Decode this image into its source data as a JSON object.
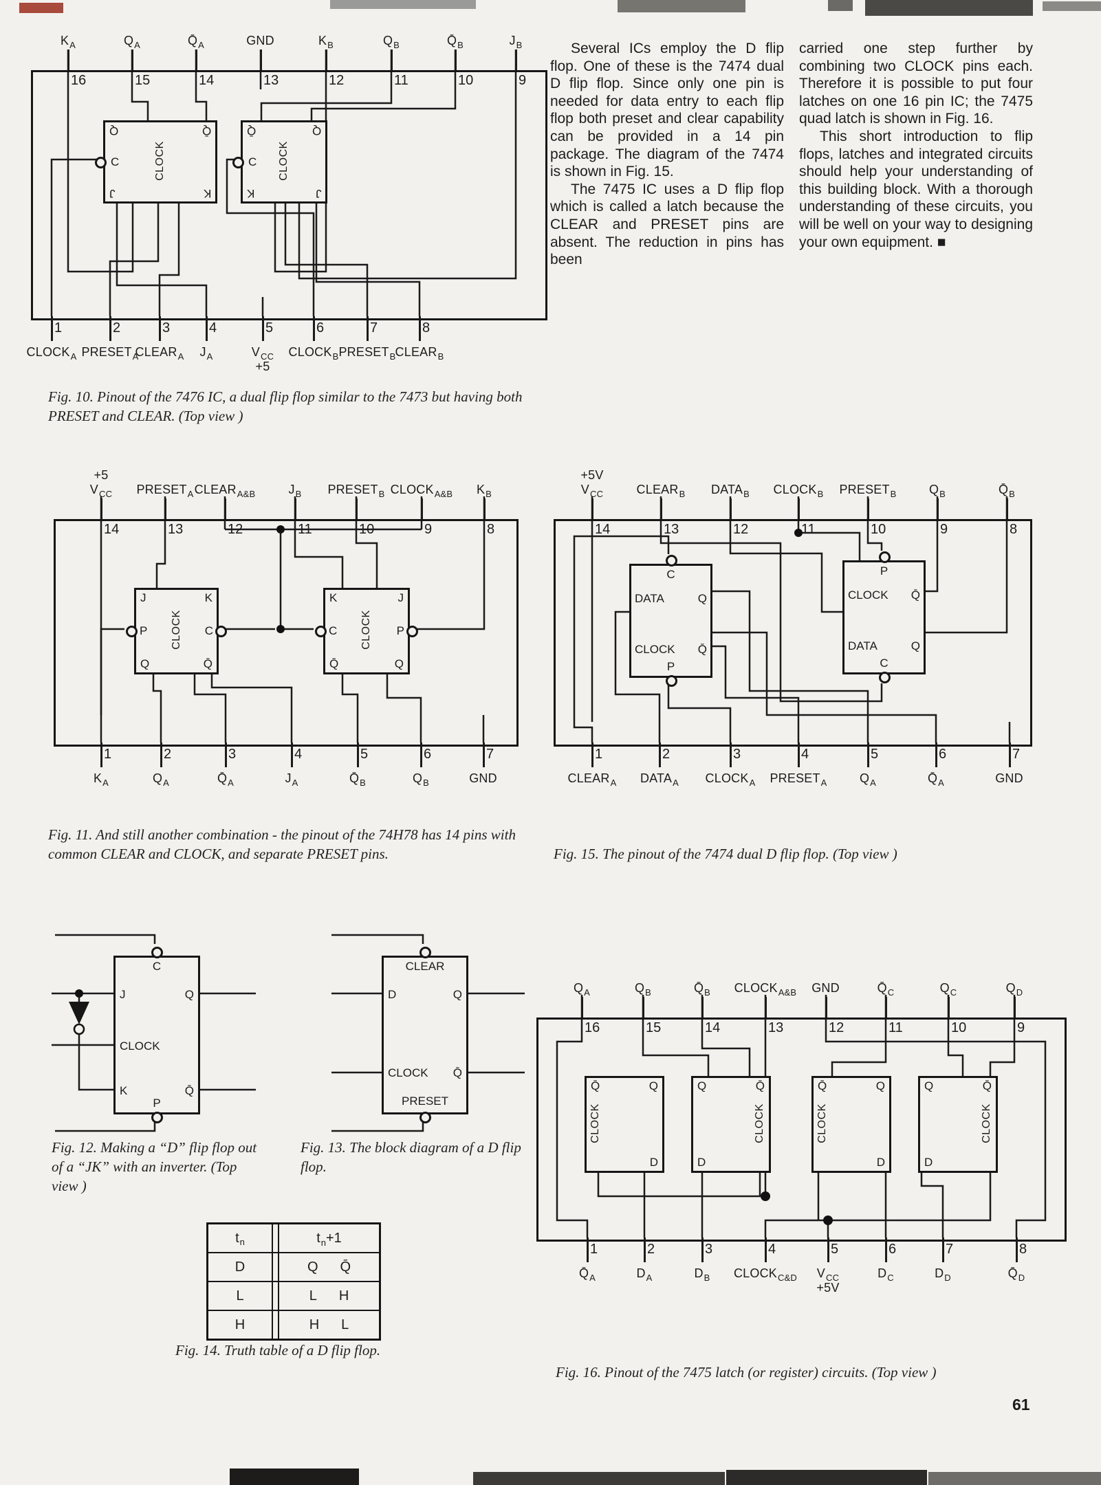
{
  "page": {
    "number": "61"
  },
  "article": {
    "col1_p1": "Several ICs employ the D flip flop. One of these is the 7474 dual D flip flop. Since only one pin is needed for data entry to each flip flop both preset and clear capability can be provided in a 14 pin package. The diagram of the 7474 is shown in Fig. 15.",
    "col1_p2": "The 7475 IC uses a D flip flop which is called a latch because the CLEAR and PRESET pins are absent. The reduction in pins has been",
    "col2_p1": "carried one step further by combining two CLOCK pins each. Therefore it is possible to put four latches on one 16 pin IC; the 7475 quad latch is shown in Fig. 16.",
    "col2_p2": "This short introduction to flip flops, latches and integrated circuits should help your understanding of this building block. With a thorough understanding of these circuits, you will be well on your way to designing your own equipment. ■"
  },
  "fig10": {
    "caption": "Fig. 10. Pinout of the 7476 IC, a dual flip flop similar to the 7473 but having both PRESET and CLEAR. (Top view )",
    "top": [
      {
        "num": "16",
        "m": "K",
        "s": "A"
      },
      {
        "num": "15",
        "m": "Q",
        "s": "A"
      },
      {
        "num": "14",
        "m": "Q̄",
        "s": "A"
      },
      {
        "num": "13",
        "m": "GND",
        "s": ""
      },
      {
        "num": "12",
        "m": "K",
        "s": "B"
      },
      {
        "num": "11",
        "m": "Q",
        "s": "B"
      },
      {
        "num": "10",
        "m": "Q̄",
        "s": "B"
      },
      {
        "num": "9",
        "m": "J",
        "s": "B"
      }
    ],
    "bottom": [
      {
        "num": "1",
        "m": "CLOCK",
        "s": "A"
      },
      {
        "num": "2",
        "m": "PRESET",
        "s": "A"
      },
      {
        "num": "3",
        "m": "CLEAR",
        "s": "A"
      },
      {
        "num": "4",
        "m": "J",
        "s": "A"
      },
      {
        "num": "5",
        "m": "V",
        "s": "CC",
        "post": "+5"
      },
      {
        "num": "6",
        "m": "CLOCK",
        "s": "B"
      },
      {
        "num": "7",
        "m": "PRESET",
        "s": "B"
      },
      {
        "num": "8",
        "m": "CLEAR",
        "s": "B"
      }
    ],
    "blockA": {
      "tl": "Q",
      "tr": "Q̄",
      "side": "C",
      "clock": "CLOCK",
      "bl": "J",
      "br": "K"
    },
    "blockB": {
      "tl": "Q̄",
      "tr": "Q",
      "side": "C",
      "clock": "CLOCK",
      "bl": "K",
      "br": "J"
    }
  },
  "fig11": {
    "caption": "Fig. 11. And still another combination - the pinout of the 74H78 has 14 pins with common CLEAR and CLOCK, and separate PRESET pins.",
    "top": [
      {
        "num": "14",
        "pre": "+5",
        "m": "V",
        "s": "CC"
      },
      {
        "num": "13",
        "m": "PRESET",
        "s": "A"
      },
      {
        "num": "12",
        "m": "CLEAR",
        "s": "A&B"
      },
      {
        "num": "11",
        "m": "J",
        "s": "B"
      },
      {
        "num": "10",
        "m": "PRESET",
        "s": "B"
      },
      {
        "num": "9",
        "m": "CLOCK",
        "s": "A&B"
      },
      {
        "num": "8",
        "m": "K",
        "s": "B"
      }
    ],
    "bottom": [
      {
        "num": "1",
        "m": "K",
        "s": "A"
      },
      {
        "num": "2",
        "m": "Q",
        "s": "A"
      },
      {
        "num": "3",
        "m": "Q̄",
        "s": "A"
      },
      {
        "num": "4",
        "m": "J",
        "s": "A"
      },
      {
        "num": "5",
        "m": "Q̄",
        "s": "B"
      },
      {
        "num": "6",
        "m": "Q",
        "s": "B"
      },
      {
        "num": "7",
        "m": "GND",
        "s": ""
      }
    ],
    "blockA": {
      "tl": "J",
      "tr": "K",
      "lb": "P",
      "rb": "C",
      "clock": "CLOCK",
      "bl": "Q",
      "br": "Q̄"
    },
    "blockB": {
      "tl": "K",
      "tr": "J",
      "lb": "C",
      "rb": "P",
      "clock": "CLOCK",
      "bl": "Q̄",
      "br": "Q"
    }
  },
  "fig15": {
    "caption": "Fig. 15. The pinout of the 7474 dual D flip flop. (Top view )",
    "top": [
      {
        "num": "14",
        "pre": "+5V",
        "m": "V",
        "s": "CC"
      },
      {
        "num": "13",
        "m": "CLEAR",
        "s": "B"
      },
      {
        "num": "12",
        "m": "DATA",
        "s": "B"
      },
      {
        "num": "11",
        "m": "CLOCK",
        "s": "B"
      },
      {
        "num": "10",
        "m": "PRESET",
        "s": "B"
      },
      {
        "num": "9",
        "m": "Q",
        "s": "B"
      },
      {
        "num": "8",
        "m": "Q̄",
        "s": "B"
      }
    ],
    "bottom": [
      {
        "num": "1",
        "m": "CLEAR",
        "s": "A"
      },
      {
        "num": "2",
        "m": "DATA",
        "s": "A"
      },
      {
        "num": "3",
        "m": "CLOCK",
        "s": "A"
      },
      {
        "num": "4",
        "m": "PRESET",
        "s": "A"
      },
      {
        "num": "5",
        "m": "Q",
        "s": "A"
      },
      {
        "num": "6",
        "m": "Q̄",
        "s": "A"
      },
      {
        "num": "7",
        "m": "GND",
        "s": ""
      }
    ],
    "blockA": {
      "top": "C",
      "l1": "DATA",
      "r1": "Q",
      "l2": "CLOCK",
      "r2": "Q̄",
      "bottom": "P"
    },
    "blockB": {
      "top": "P",
      "l1": "CLOCK",
      "r1": "Q̄",
      "l2": "DATA",
      "r2": "Q",
      "bottom": "C"
    }
  },
  "fig12": {
    "caption": "Fig. 12. Making a “D” flip flop out of a “JK” with an inverter. (Top view )",
    "block": {
      "top": "C",
      "j": "J",
      "q": "Q",
      "clock": "CLOCK",
      "k": "K",
      "qb": "Q̄",
      "bottom": "P"
    }
  },
  "fig13": {
    "caption": "Fig. 13. The block diagram of a D flip flop.",
    "block": {
      "top": "CLEAR",
      "d": "D",
      "q": "Q",
      "clock": "CLOCK",
      "qb": "Q̄",
      "bottom": "PRESET"
    }
  },
  "fig14": {
    "caption": "Fig. 14. Truth table of a D flip flop.",
    "h1": {
      "m": "t",
      "s": "n"
    },
    "h2": {
      "m": "t",
      "s": "n",
      "after": "+1"
    },
    "rows": [
      [
        "D",
        "Q",
        "Q̄"
      ],
      [
        "L",
        "L",
        "H"
      ],
      [
        "H",
        "H",
        "L"
      ]
    ]
  },
  "fig16": {
    "caption": "Fig. 16. Pinout of the 7475 latch (or register) circuits. (Top view )",
    "top": [
      {
        "num": "16",
        "m": "Q",
        "s": "A"
      },
      {
        "num": "15",
        "m": "Q",
        "s": "B"
      },
      {
        "num": "14",
        "m": "Q̄",
        "s": "B"
      },
      {
        "num": "13",
        "m": "CLOCK",
        "s": "A&B"
      },
      {
        "num": "12",
        "m": "GND",
        "s": ""
      },
      {
        "num": "11",
        "m": "Q̄",
        "s": "C"
      },
      {
        "num": "10",
        "m": "Q",
        "s": "C"
      },
      {
        "num": "9",
        "m": "Q",
        "s": "D"
      }
    ],
    "bottom": [
      {
        "num": "1",
        "m": "Q̄",
        "s": "A"
      },
      {
        "num": "2",
        "m": "D",
        "s": "A"
      },
      {
        "num": "3",
        "m": "D",
        "s": "B"
      },
      {
        "num": "4",
        "m": "CLOCK",
        "s": "C&D"
      },
      {
        "num": "5",
        "m": "V",
        "s": "CC",
        "post": "+5V"
      },
      {
        "num": "6",
        "m": "D",
        "s": "C"
      },
      {
        "num": "7",
        "m": "D",
        "s": "D"
      },
      {
        "num": "8",
        "m": "Q̄",
        "s": "D"
      }
    ],
    "latches": [
      {
        "tl": "Q̄",
        "tr": "Q",
        "clock": "CLOCK",
        "d": "D"
      },
      {
        "tl": "Q",
        "tr": "Q̄",
        "clock": "CLOCK",
        "d": "D"
      },
      {
        "tl": "Q̄",
        "tr": "Q",
        "clock": "CLOCK",
        "d": "D"
      },
      {
        "tl": "Q",
        "tr": "Q̄",
        "clock": "CLOCK",
        "d": "D"
      }
    ]
  }
}
